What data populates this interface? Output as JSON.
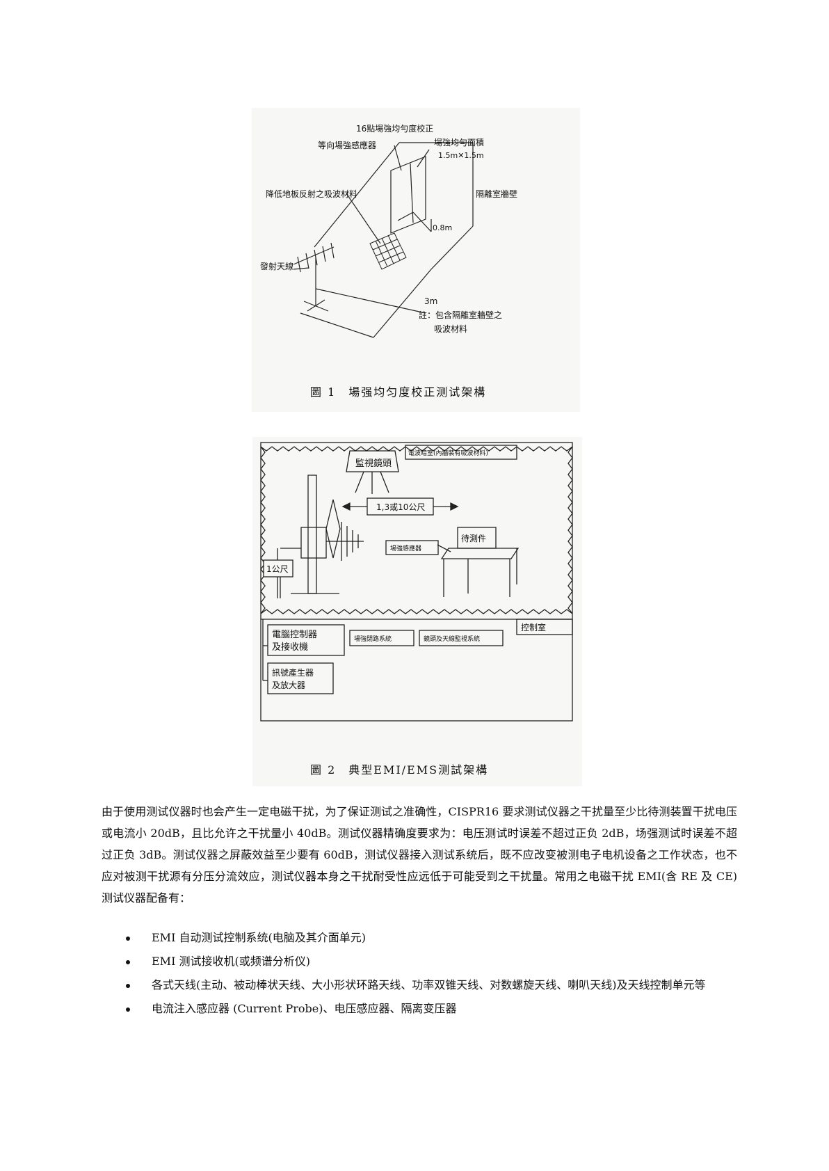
{
  "figure1": {
    "title": "16點場強均勻度校正",
    "label_sensor": "等向場強感應器",
    "label_area": "場強均勻面積",
    "label_area_size": "1.5m✕1.5m",
    "label_absorber": "降低地板反射之吸波材料",
    "label_wall": "隔離室牆壁",
    "label_distance_small": "0.8m",
    "label_antenna": "發射天線",
    "label_distance": "3m",
    "label_note_1": "註：包含隔離室牆壁之",
    "label_note_2": "吸波材料",
    "caption": "圖 1　場强均匀度校正测试架構"
  },
  "figure2": {
    "label_camera": "監視鏡頭",
    "label_chamber": "電波暗室(內牆裝有吸波材料)",
    "label_distance": "1,3或10公尺",
    "label_eut": "待測件",
    "label_field_sensor": "場強感應器",
    "label_height": "1公尺",
    "label_control_room": "控制室",
    "label_pc": "電腦控制器",
    "label_pc_2": "及接收機",
    "label_field_loop": "場強閉路系統",
    "label_camera_system": "鏡頭及天線監視系統",
    "label_signal": "訊號產生器",
    "label_signal_2": "及放大器",
    "caption": "圖 2　典型EMI/EMS测試架構"
  },
  "paragraph": "由于使用测试仪器时也会产生一定电磁干扰，为了保证测试之准确性，CISPR16 要求测试仪器之干扰量至少比待测装置干扰电压或电流小 20dB，且比允许之干扰量小 40dB。测试仪器精确度要求为：电压测试时误差不超过正负 2dB，场强测试时误差不超过正负 3dB。测试仪器之屏蔽效益至少要有 60dB，测试仪器接入测试系统后，既不应改变被测电子电机设备之工作状态，也不应对被测干扰源有分压分流效应，测试仪器本身之干扰耐受性应远低于可能受到之干扰量。常用之电磁干扰 EMI(含 RE 及 CE) 测试仪器配备有：",
  "bullets": [
    "EMI 自动测试控制系统(电脑及其介面单元)",
    "EMI 测试接收机(或频谱分析仪)",
    "各式天线(主动、被动棒状天线、大小形状环路天线、功率双锥天线、对数螺旋天线、喇叭天线)及天线控制单元等",
    "电流注入感应器 (Current Probe)、电压感应器、隔离变压器"
  ]
}
